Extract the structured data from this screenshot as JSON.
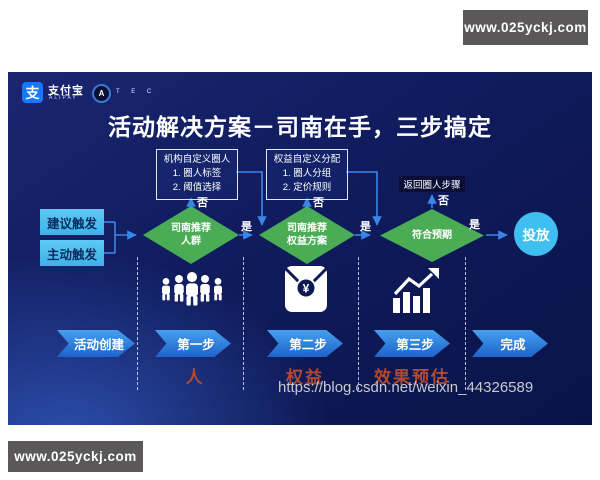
{
  "page_watermarks": {
    "top_right": "www.025yckj.com",
    "bottom_left": "www.025yckj.com"
  },
  "slide": {
    "header": {
      "alipay_mark": "支",
      "alipay_name": "支付宝",
      "alipay_sub": "ALIPAY",
      "atec_mark": "A",
      "atec_text": "T E C"
    },
    "title": "活动解决方案－司南在手，三步搞定",
    "flowchart": {
      "trigger_buttons": [
        "建议触发",
        "主动触发"
      ],
      "decision1_line1": "司南推荐",
      "decision1_line2": "人群",
      "decision2_line1": "司南推荐",
      "decision2_line2": "权益方案",
      "decision3": "符合预期",
      "note_box1_title": "机构自定义圈人",
      "note_box1_item1": "1. 圈人标签",
      "note_box1_item2": "2. 阈值选择",
      "note_box2_title": "权益自定义分配",
      "note_box2_item1": "1. 圈人分组",
      "note_box2_item2": "2. 定价规则",
      "loop_label": "返回圈人步骤",
      "no_label": "否",
      "yes_label": "是",
      "terminal_label": "投放"
    },
    "icons": {
      "step1": "crowd-icon",
      "step2": "red-packet-icon",
      "step2_symbol": "¥",
      "step3": "trend-chart-icon"
    },
    "steps": [
      "活动创建",
      "第一步",
      "第二步",
      "第三步",
      "完成"
    ],
    "step_labels": [
      "人",
      "权益",
      "效果预估"
    ],
    "csdn_watermark": "https://blog.csdn.net/weixin_44326589"
  },
  "colors": {
    "slide_navy": "#0c1550",
    "arrow_blue": "#3a85e8",
    "diamond_green": "#4aad55",
    "trigger_blue": "#4fc1ef",
    "chevron_blue": "#2377dd",
    "terminal_blue": "#3fbef0",
    "red_label": "#b14a32",
    "watermark_box_gray": "#5a5858"
  }
}
